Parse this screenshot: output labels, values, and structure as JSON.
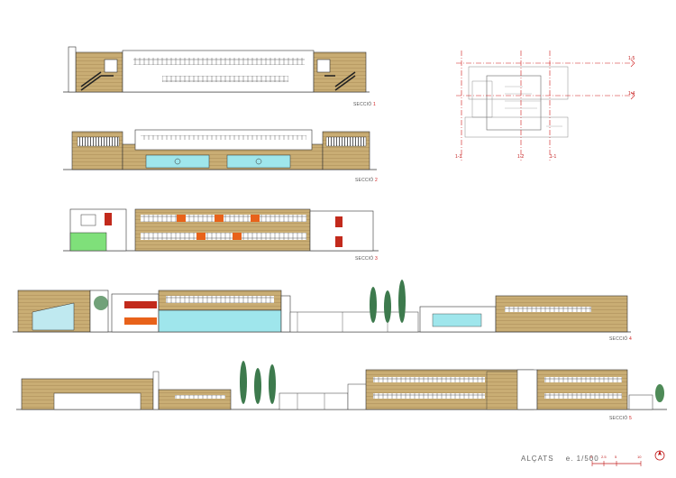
{
  "sheet": {
    "title": "ALÇATS",
    "scale": "e. 1/500",
    "scale_bar_ticks": [
      "0",
      "2.5",
      "5",
      "10"
    ]
  },
  "elevations": [
    {
      "prefix": "SECCIÓ",
      "number": "1"
    },
    {
      "prefix": "SECCIÓ",
      "number": "2"
    },
    {
      "prefix": "SECCIÓ",
      "number": "3"
    },
    {
      "prefix": "SECCIÓ",
      "number": "4"
    },
    {
      "prefix": "SECCIÓ",
      "number": "5"
    }
  ],
  "key_plan": {
    "cut_markers": [
      "1-5",
      "1-4",
      "1-3",
      "1-2",
      "1-1"
    ]
  },
  "colors": {
    "wood_cladding": "#c9ad74",
    "white_block": "#ffffff",
    "glazing_cyan": "#9fe6ec",
    "accent_orange": "#e8621a",
    "accent_red": "#c22a1c",
    "green_panel": "#7fe07a",
    "tree_green": "#3d7a4d",
    "section_red": "#d01818",
    "line": "#333333"
  }
}
